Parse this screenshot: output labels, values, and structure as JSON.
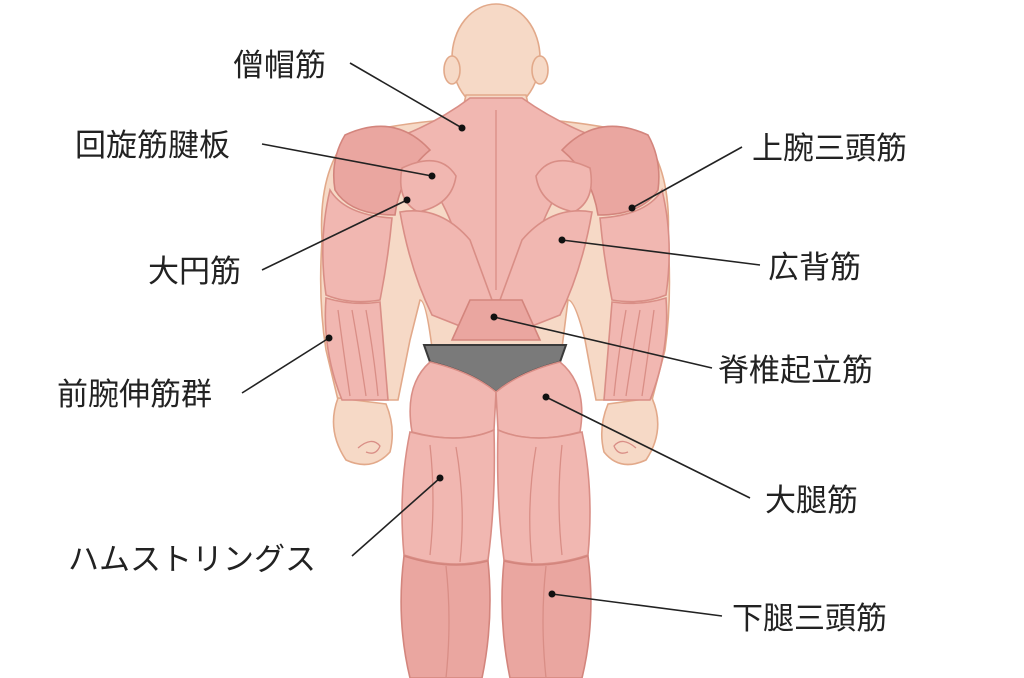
{
  "labels": {
    "trapezius": "僧帽筋",
    "rotator_cuff": "回旋筋腱板",
    "teres_major": "大円筋",
    "forearm_extensors": "前腕伸筋群",
    "hamstrings": "ハムストリングス",
    "triceps": "上腕三頭筋",
    "latissimus": "広背筋",
    "erector_spinae": "脊椎起立筋",
    "gluteus_maximus": "大腿筋",
    "triceps_surae": "下腿三頭筋"
  }
}
